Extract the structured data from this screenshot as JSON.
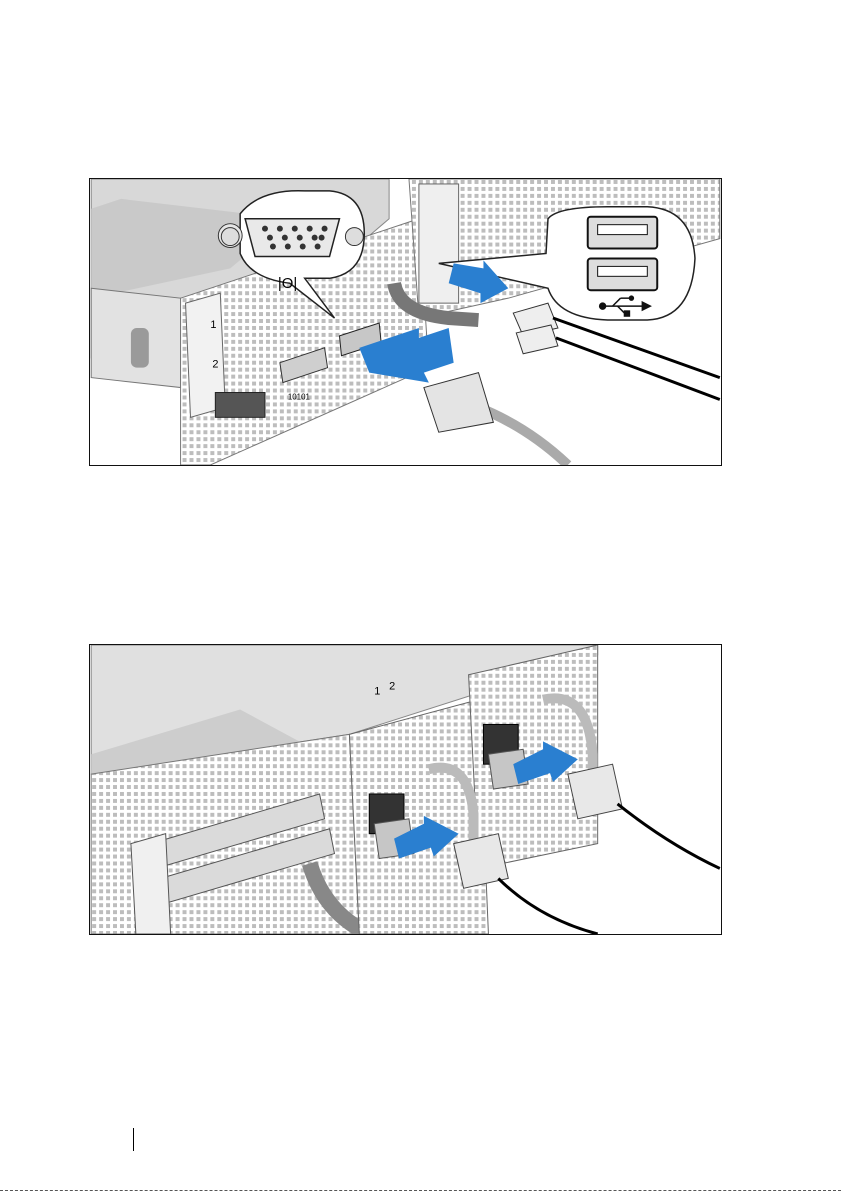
{
  "figure1": {
    "callout_vga_symbol": "|O|",
    "serial_label": "10101",
    "slot_labels": [
      "1",
      "2"
    ],
    "arrow_color": "#2a7fd0",
    "usb_icon": "usb-icon"
  },
  "figure2": {
    "psu_labels": [
      "1",
      "2"
    ],
    "arrow_color": "#2a7fd0"
  }
}
